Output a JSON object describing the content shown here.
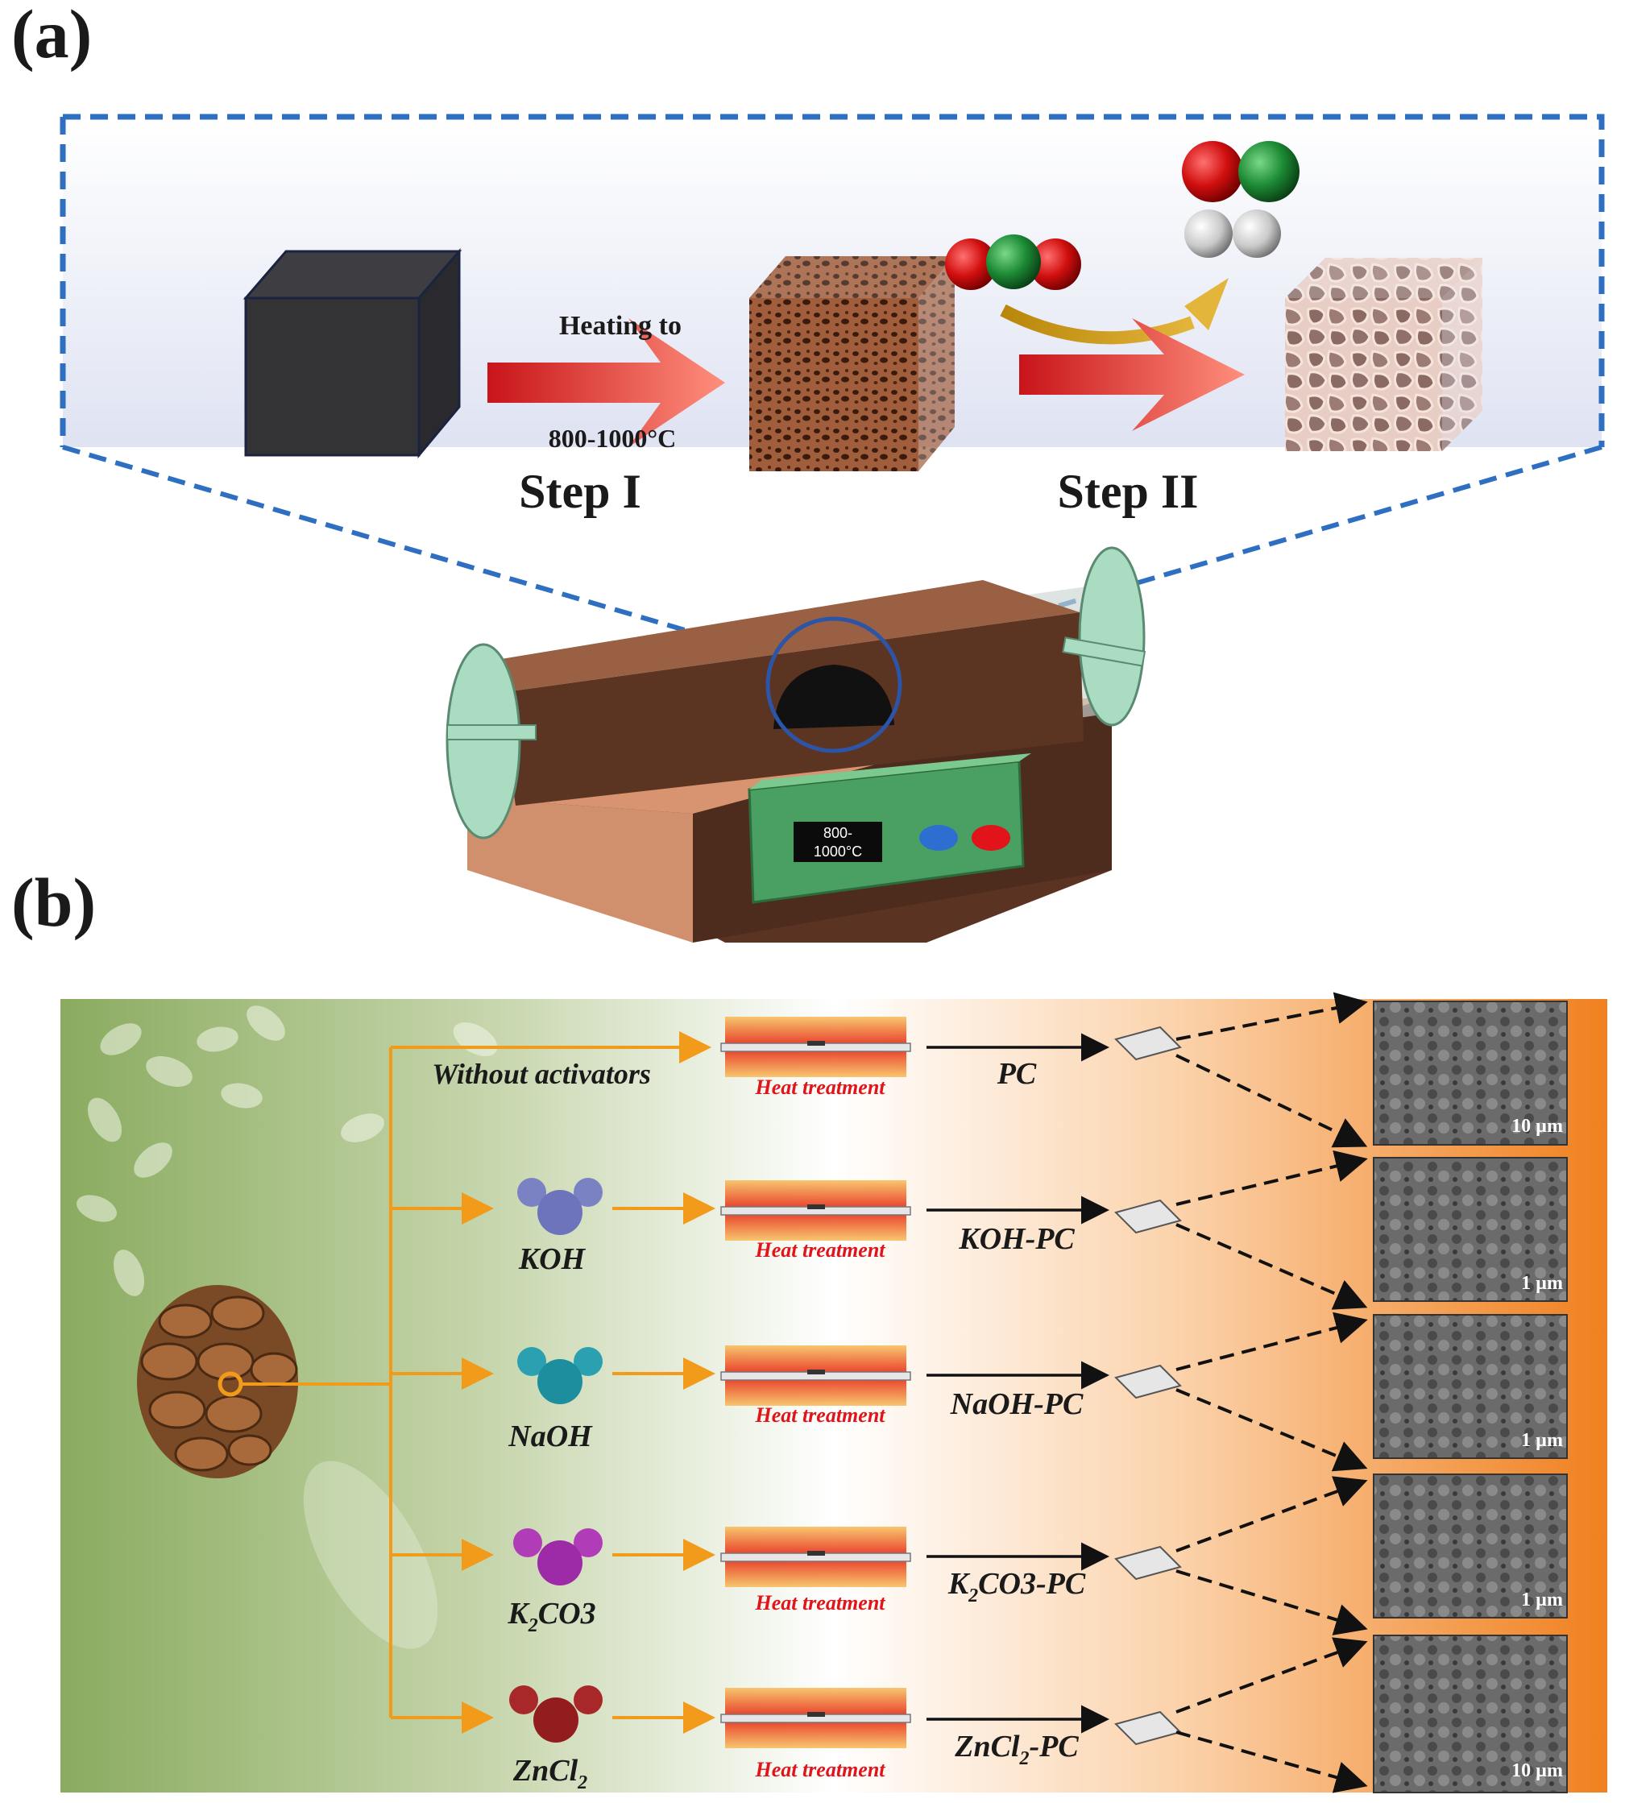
{
  "panel_a": {
    "label": "(a)",
    "heating_label": "Heating to",
    "temperature_label": "800-1000°C",
    "step1": "Step I",
    "step2": "Step II",
    "furnace_display_line1": "800-",
    "furnace_display_line2": "1000°C"
  },
  "panel_b": {
    "label": "(b)",
    "without_activators": "Without activators",
    "heat_treatment": "Heat treatment",
    "rows": [
      {
        "activator": "",
        "activator_sub": "",
        "activator_tail": "",
        "product": "PC",
        "product_sub": "",
        "product_tail": "",
        "scale": "10 µm",
        "color": "#888"
      },
      {
        "activator": "KOH",
        "activator_sub": "",
        "activator_tail": "",
        "product": "KOH-PC",
        "product_sub": "",
        "product_tail": "",
        "scale": "1 µm",
        "color": "#7b82c4"
      },
      {
        "activator": "NaOH",
        "activator_sub": "",
        "activator_tail": "",
        "product": "NaOH-PC",
        "product_sub": "",
        "product_tail": "",
        "scale": "1 µm",
        "color": "#2aa0b0"
      },
      {
        "activator": "K",
        "activator_sub": "2",
        "activator_tail": "CO3",
        "product": "K",
        "product_sub": "2",
        "product_tail": "CO3-PC",
        "scale": "1 µm",
        "color": "#b03cb8"
      },
      {
        "activator": "ZnCl",
        "activator_sub": "2",
        "activator_tail": "",
        "product": "ZnCl",
        "product_sub": "2",
        "product_tail": "-PC",
        "scale": "10 µm",
        "color": "#a8282a"
      }
    ]
  },
  "colors": {
    "dash_blue": "#2f6fc2",
    "orange_arrow": "#f29a1a",
    "bg_green": "#8aab5f",
    "bg_orange": "#f0801f"
  }
}
